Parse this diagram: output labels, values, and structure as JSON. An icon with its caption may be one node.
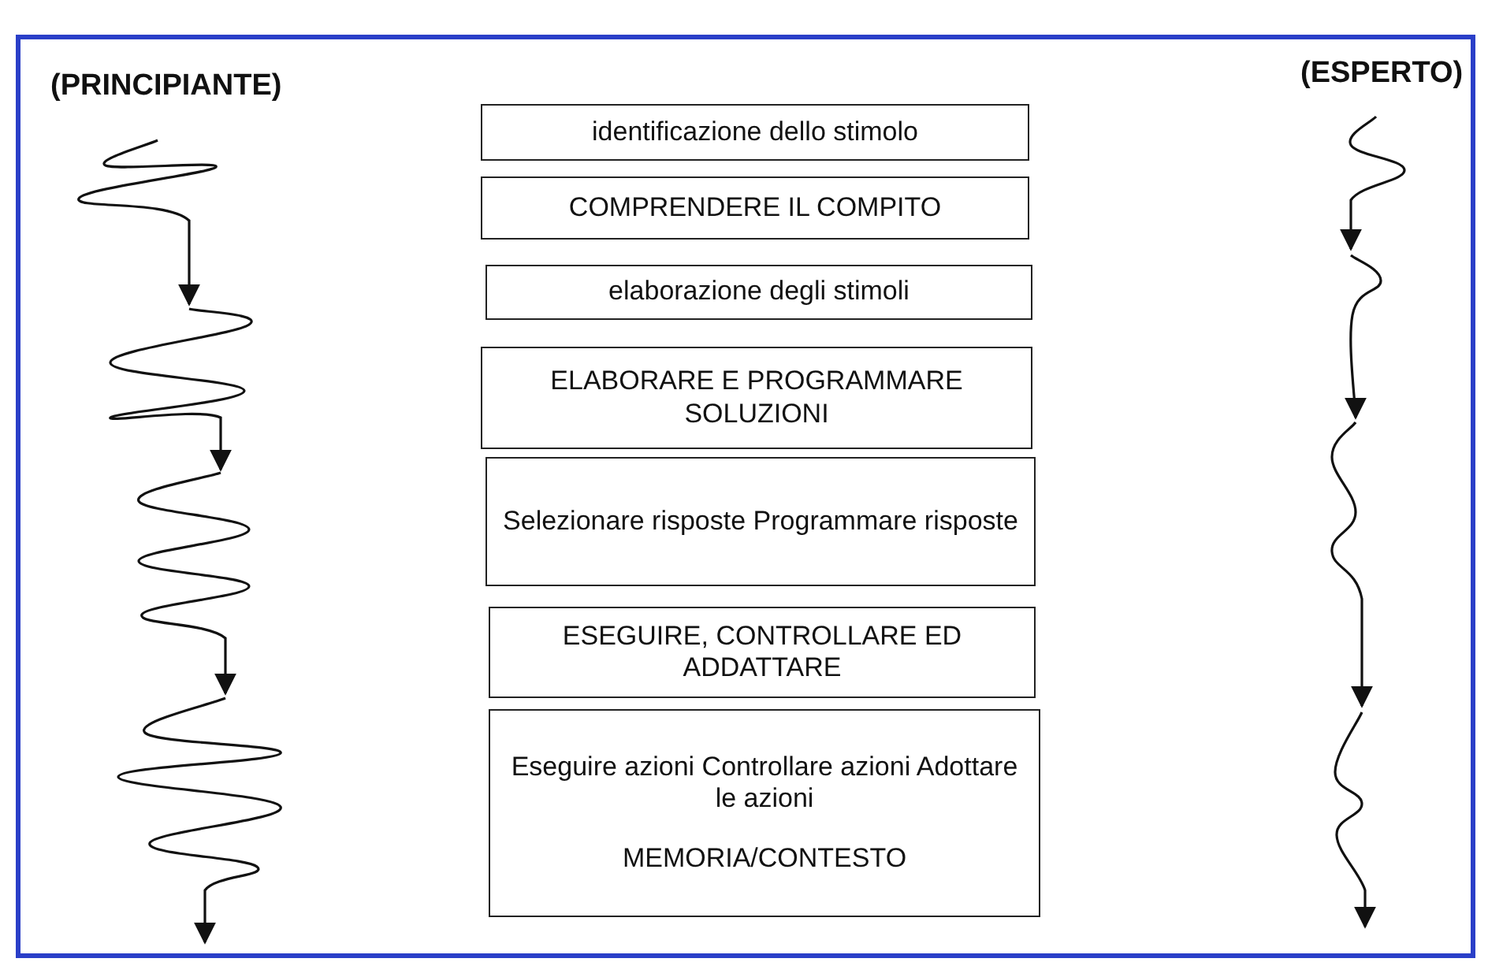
{
  "diagram": {
    "nodes": [
      {
        "text": [
          "identificazione dello stimolo"
        ]
      },
      {
        "text": [
          "COMPRENDERE IL COMPITO"
        ]
      },
      {
        "text": [
          "elaborazione degli stimoli"
        ]
      },
      {
        "text": [
          "ELABORARE E PROGRAMMARE SOLUZIONI"
        ]
      },
      {
        "text": [
          "Selezionare risposte Programmare risposte"
        ]
      },
      {
        "text": [
          "ESEGUIRE, CONTROLLARE ED ADDATTARE"
        ]
      },
      {
        "text": [
          "Eseguire azioni Controllare azioni Adottare le azioni",
          "MEMORIA/CONTESTO"
        ]
      }
    ],
    "labels": [
      "(PRINCIPIANTE)",
      "(ESPERTO)"
    ]
  }
}
